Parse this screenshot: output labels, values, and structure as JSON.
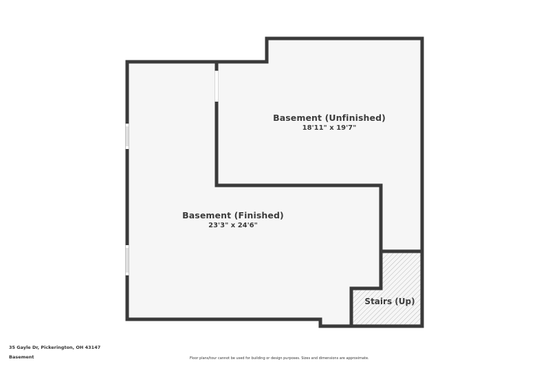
{
  "floorplan": {
    "rooms": [
      {
        "name": "Basement (Unfinished)",
        "dimensions": "18'11\" x 19'7\""
      },
      {
        "name": "Basement (Finished)",
        "dimensions": "23'3\" x 24'6\""
      },
      {
        "name": "Stairs (Up)"
      }
    ],
    "colors": {
      "wall": "#3a3a3a",
      "floor": "#f6f6f6",
      "hatch": "#b8b8b8",
      "background": "#ffffff"
    }
  },
  "footer": {
    "address": "35 Gayle Dr, Pickerington, OH 43147",
    "level": "Basement",
    "disclaimer": "Floor plans/tour cannot be used for building or design purposes. Sizes and dimensions are approximate."
  }
}
